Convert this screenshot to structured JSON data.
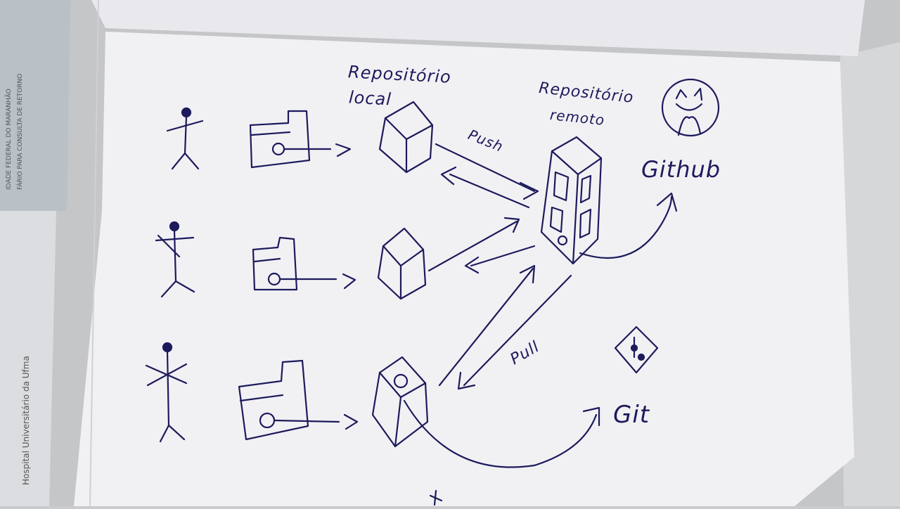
{
  "labels": {
    "local_repo_line1": "Repositório",
    "local_repo_line2": "local",
    "remote_repo_line1": "Repositório",
    "remote_repo_line2": "remoto",
    "push": "Push",
    "pull": "Pull",
    "github": "Github",
    "git": "Git"
  },
  "background_document": {
    "line1": "IDADE FEDERAL DO MARANHÃO",
    "line2": "FÁRIO PARA CONSULTA DE RETORNO",
    "hospital": "Hospital Universitário da Ufma"
  },
  "colors": {
    "ink": "#1d1a5c",
    "paper": "#f1f1f4",
    "desk": "#c9cbcd"
  }
}
